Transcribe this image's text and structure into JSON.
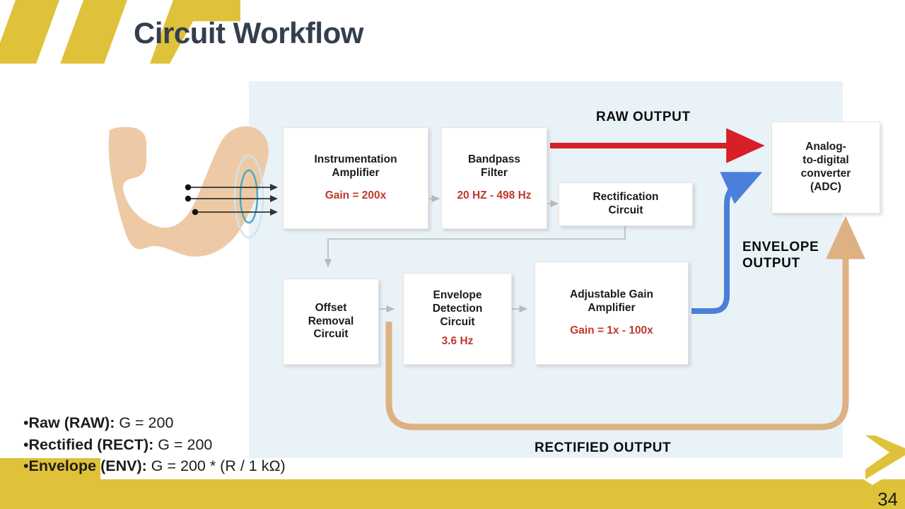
{
  "slide": {
    "title": "Circuit Workflow",
    "page_number": "34",
    "accent_yellow": "#dfc239",
    "title_color": "#333f4f",
    "panel_color": "#e9f2f7",
    "value_color": "#c0392b"
  },
  "diagram": {
    "boxes": [
      {
        "id": "instrumentation-amplifier",
        "title": "Instrumentation\nAmplifier",
        "sub": "Gain = 200x"
      },
      {
        "id": "bandpass-filter",
        "title": "Bandpass\nFilter",
        "sub": "20 HZ - 498 Hz"
      },
      {
        "id": "rectification-circuit",
        "title": "Rectification\nCircuit",
        "sub": ""
      },
      {
        "id": "adc",
        "title": "Analog-\nto-digital\nconverter\n(ADC)",
        "sub": ""
      },
      {
        "id": "offset-removal-circuit",
        "title": "Offset\nRemoval\nCircuit",
        "sub": ""
      },
      {
        "id": "envelope-detection-circuit",
        "title": "Envelope\nDetection\nCircuit",
        "sub": "3.6 Hz"
      },
      {
        "id": "adjustable-gain-amplifier",
        "title": "Adjustable Gain\nAmplifier",
        "sub": "Gain = 1x - 100x"
      }
    ],
    "labels": {
      "raw_output": "RAW OUTPUT",
      "envelope_output": "ENVELOPE\nOUTPUT",
      "rectified_output": "RECTIFIED OUTPUT"
    },
    "path_colors": {
      "raw": "#d61f26",
      "envelope": "#4a7fdb",
      "rectified": "#ddb183",
      "signal": "#333333",
      "connector": "#b9b9b9"
    },
    "source": {
      "arm_color": "#edcaa5",
      "electrode_dot_color": "#111111",
      "ring_outer_color": "#cfe3ef",
      "ring_inner_color": "#46a8c6"
    }
  },
  "bullets": [
    {
      "bold": "Raw (RAW):",
      "rest": " G = 200"
    },
    {
      "bold": "Rectified (RECT):",
      "rest": " G = 200"
    },
    {
      "bold": "Envelope (ENV):",
      "rest": " G = 200 * (R / 1 kΩ)"
    }
  ]
}
